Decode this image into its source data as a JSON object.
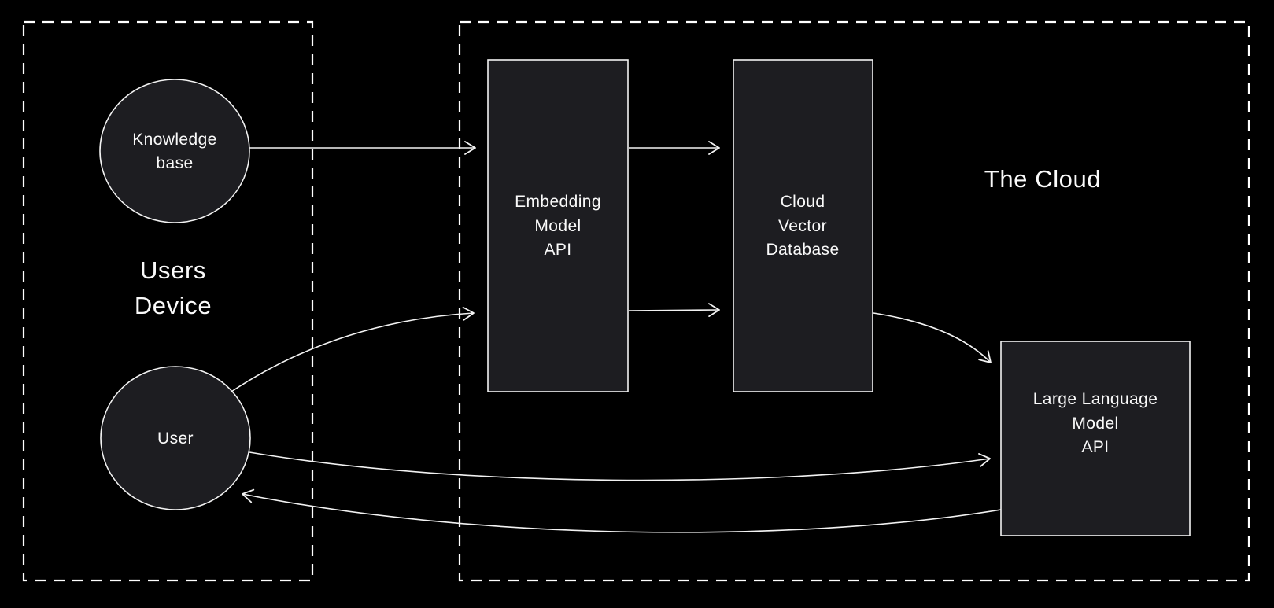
{
  "diagram": {
    "title": "",
    "colors": {
      "background": "#000000",
      "shape_fill": "#1d1d21",
      "stroke": "#f2f2f2",
      "text": "#ffffff"
    },
    "containers": {
      "users_device": {
        "label_lines": [
          "Users",
          "Device"
        ],
        "style": "dashed"
      },
      "cloud": {
        "label": "The Cloud",
        "style": "dashed"
      }
    },
    "nodes": {
      "knowledge_base": {
        "shape": "circle",
        "container": "users_device",
        "lines": [
          "Knowledge",
          "base"
        ]
      },
      "user": {
        "shape": "circle",
        "container": "users_device",
        "lines": [
          "User"
        ]
      },
      "embedding_model_api": {
        "shape": "rectangle",
        "container": "cloud",
        "lines": [
          "Embedding",
          "Model",
          "API"
        ]
      },
      "cloud_vector_database": {
        "shape": "rectangle",
        "container": "cloud",
        "lines": [
          "Cloud",
          "Vector",
          "Database"
        ]
      },
      "large_language_model_api": {
        "shape": "rectangle",
        "container": "cloud",
        "lines": [
          "Large Language",
          "Model",
          "API"
        ]
      }
    },
    "edges": [
      {
        "from": "knowledge_base",
        "to": "embedding_model_api",
        "kind": "straight-arrow"
      },
      {
        "from": "user",
        "to": "embedding_model_api",
        "kind": "curved-arrow"
      },
      {
        "from": "embedding_model_api",
        "to": "cloud_vector_database",
        "kind": "straight-arrow",
        "position": "top"
      },
      {
        "from": "embedding_model_api",
        "to": "cloud_vector_database",
        "kind": "straight-arrow",
        "position": "bottom"
      },
      {
        "from": "cloud_vector_database",
        "to": "large_language_model_api",
        "kind": "curved-arrow"
      },
      {
        "from": "user",
        "to": "large_language_model_api",
        "kind": "curved-arrow"
      },
      {
        "from": "large_language_model_api",
        "to": "user",
        "kind": "curved-arrow"
      }
    ]
  }
}
